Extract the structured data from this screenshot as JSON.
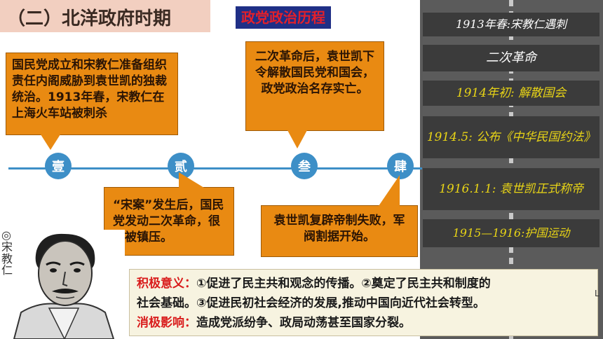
{
  "header": {
    "title": "（二）北洋政府时期",
    "tag": "政党政治历程"
  },
  "callouts": {
    "yi": "国民党成立和宋教仁准备组织责任内阁威胁到袁世凯的独裁统治。1913年春，宋教仁在上海火车站被刺杀",
    "er": "“宋案”发生后，国民党发动二次革命，很快被镇压。",
    "san": "二次革命后，袁世凯下令解散国民党和国会，政党政治名存实亡。",
    "si": "袁世凯复辟帝制失败，军阀割据开始。"
  },
  "timeline": {
    "nodes": [
      "壹",
      "贰",
      "叁",
      "肆"
    ]
  },
  "events": [
    "1913年春:宋教仁遇刺",
    "二次革命",
    "1914年初: 解散国会",
    "1914.5: 公布《中华民国约法》",
    "1916.1.1: 袁世凯正式称帝",
    "1915—1916:护国运动"
  ],
  "portrait": {
    "caption": "◎宋教仁"
  },
  "significance": {
    "pos_label": "积极意义：",
    "pos_text1": "①促进了民主共和观念的传播。②奠定了民主共和制度的",
    "pos_text2": "社会基础。③促进民初社会经济的发展,推动中国向近代社会转型。",
    "neg_label": "消极影响：",
    "neg_text": "造成党派纷争、政局动荡甚至国家分裂。",
    "dot": "L"
  }
}
